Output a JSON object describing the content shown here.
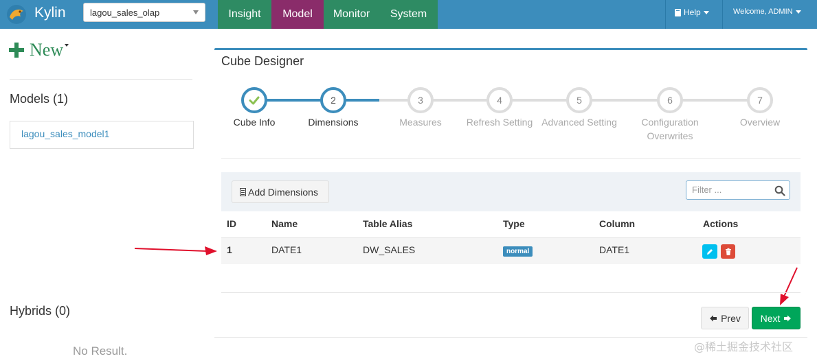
{
  "header": {
    "brand": "Kylin",
    "project": "lagou_sales_olap",
    "tabs": [
      "Insight",
      "Model",
      "Monitor",
      "System"
    ],
    "help": "Help",
    "welcome": "Welcome, ADMIN"
  },
  "sidebar": {
    "new_label": "New",
    "models_title": "Models (1)",
    "models": [
      "lagou_sales_model1"
    ],
    "hybrids_title": "Hybrids (0)",
    "hybrids_empty": "No Result."
  },
  "designer": {
    "title": "Cube Designer",
    "steps": [
      {
        "num": "",
        "label": "Cube Info",
        "state": "done"
      },
      {
        "num": "2",
        "label": "Dimensions",
        "state": "active"
      },
      {
        "num": "3",
        "label": "Measures",
        "state": "todo"
      },
      {
        "num": "4",
        "label": "Refresh Setting",
        "state": "todo"
      },
      {
        "num": "5",
        "label": "Advanced Setting",
        "state": "todo"
      },
      {
        "num": "6",
        "label": "Configuration",
        "label2": "Overwrites",
        "state": "todo"
      },
      {
        "num": "7",
        "label": "Overview",
        "state": "todo"
      }
    ],
    "add_dimensions": "Add Dimensions",
    "filter_placeholder": "Filter ...",
    "columns": [
      "ID",
      "Name",
      "Table Alias",
      "Type",
      "Column",
      "Actions"
    ],
    "rows": [
      {
        "id": "1",
        "name": "DATE1",
        "table_alias": "DW_SALES",
        "type": "normal",
        "column": "DATE1"
      }
    ],
    "prev": "Prev",
    "next": "Next"
  },
  "watermark": "@稀土掘金技术社区",
  "colors": {
    "nav_bg": "#3c8dbc",
    "tab_green": "#2e8b63",
    "tab_active": "#8a2c6a",
    "next_green": "#00a65a",
    "arrow_red": "#e0102c"
  }
}
